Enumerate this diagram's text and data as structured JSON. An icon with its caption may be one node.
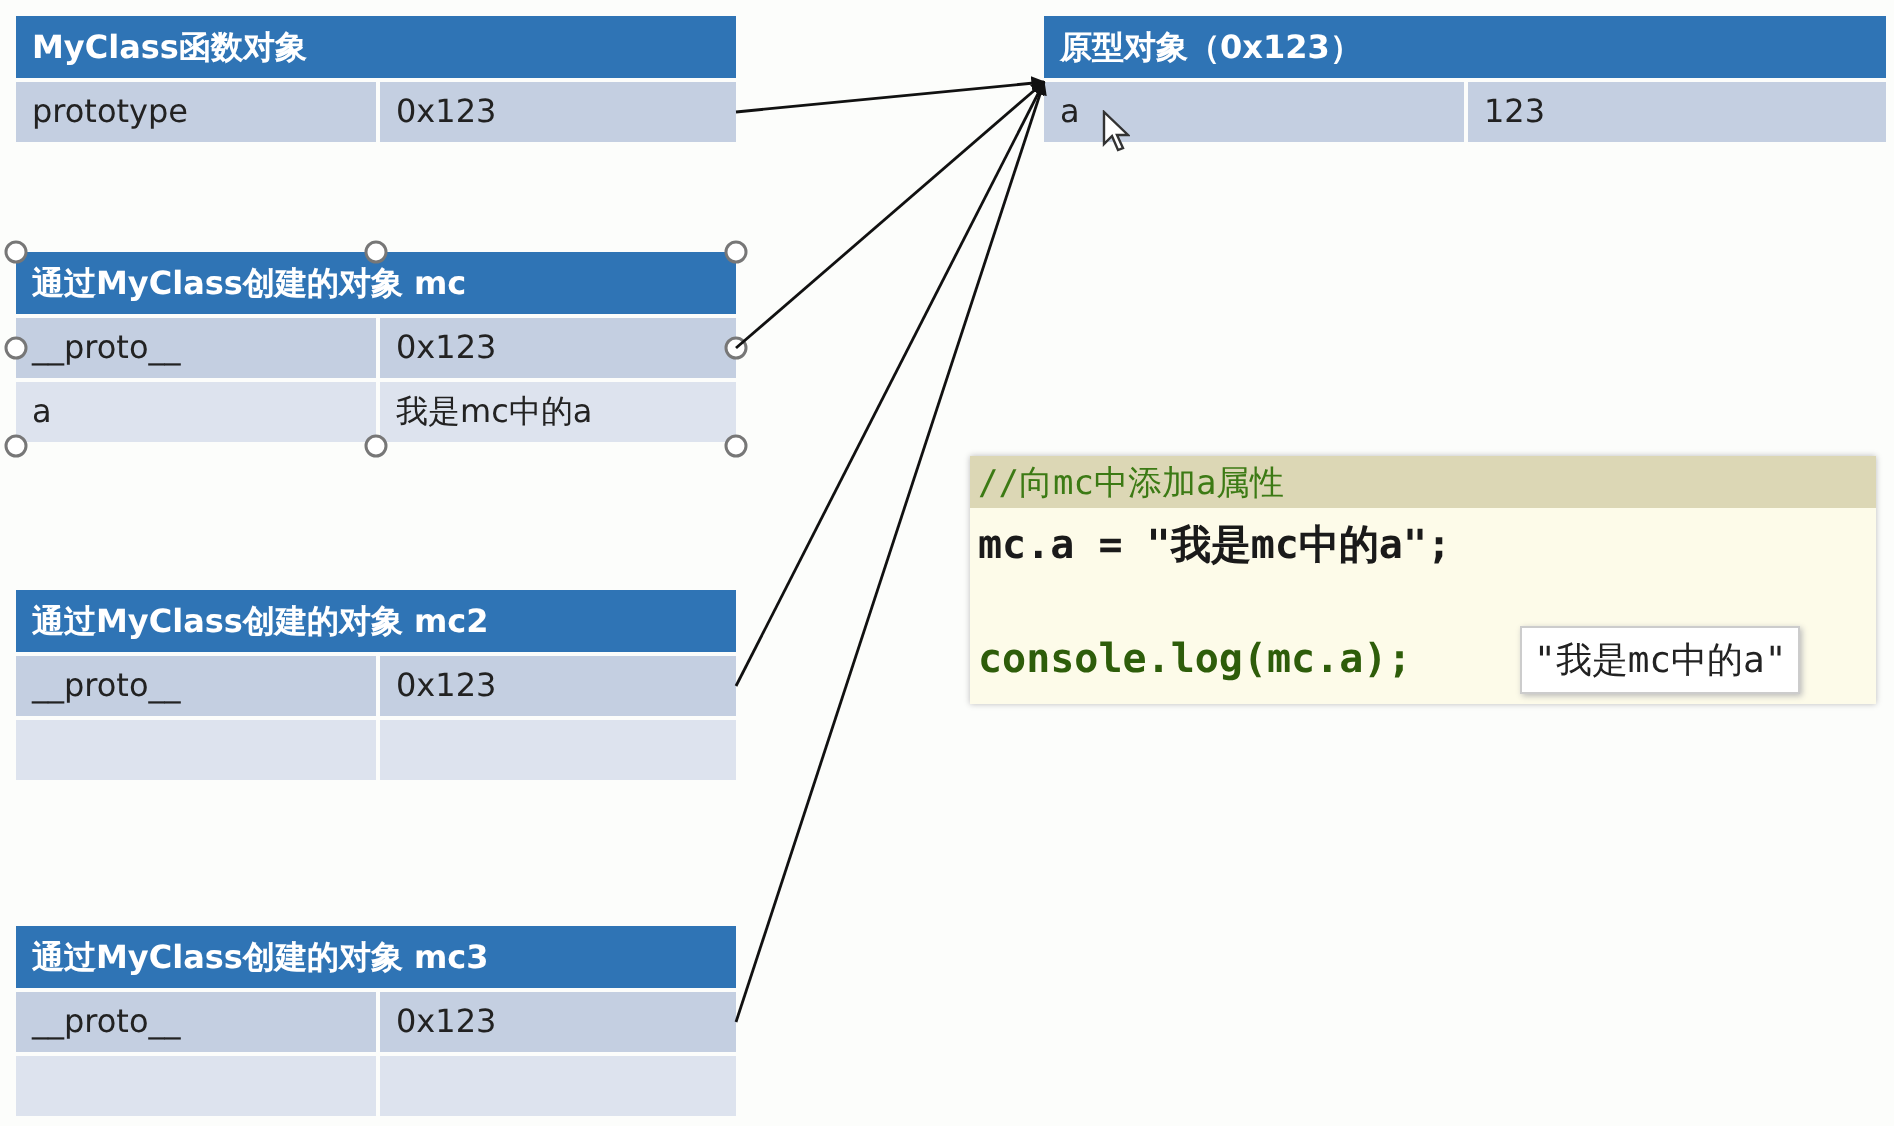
{
  "diagram": {
    "nodes": [
      {
        "text": [
          "MyClass函数对象",
          "prototype",
          "0x123"
        ]
      },
      {
        "text": [
          "原型对象（0x123）",
          "a",
          "123"
        ]
      },
      {
        "text": [
          "通过MyClass创建的对象 mc",
          "__proto__",
          "0x123",
          "a",
          "我是mc中的a"
        ]
      },
      {
        "text": [
          "通过MyClass创建的对象 mc2",
          "__proto__",
          "0x123"
        ]
      },
      {
        "text": [
          "通过MyClass创建的对象 mc3",
          "__proto__",
          "0x123"
        ]
      }
    ],
    "edges": [
      {
        "from": 0,
        "to": 1,
        "arrow": "to"
      },
      {
        "from": 2,
        "to": 1,
        "arrow": "to"
      },
      {
        "from": 3,
        "to": 1,
        "arrow": "to"
      },
      {
        "from": 4,
        "to": 1,
        "arrow": "to"
      }
    ],
    "labels": [
      "//向mc中添加a属性",
      "mc.a = \"我是mc中的a\";",
      "console.log(mc.a);",
      "\"我是mc中的a\""
    ]
  }
}
